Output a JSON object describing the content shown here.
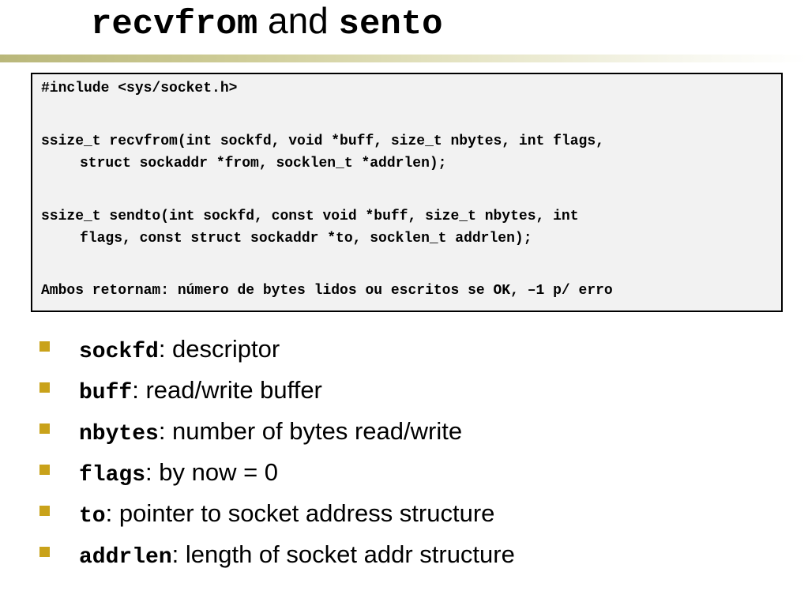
{
  "slide": {
    "title": {
      "part1": "recvfrom",
      "part2": " and ",
      "part3": "sento"
    },
    "code_block": {
      "include": "#include <sys/socket.h>",
      "recvfrom_line1": "ssize_t recvfrom(int sockfd, void *buff, size_t nbytes, int flags,",
      "recvfrom_line2": "struct sockaddr *from, socklen_t *addrlen);",
      "sendto_line1": "ssize_t sendto(int sockfd, const void *buff, size_t nbytes, int",
      "sendto_line2": "flags, const struct sockaddr *to, socklen_t addrlen);",
      "returns": "Ambos retornam: número de bytes lidos ou escritos se OK, –1 p/ erro"
    },
    "bullets": [
      {
        "term": "sockfd",
        "desc": ": descriptor"
      },
      {
        "term": "buff",
        "desc": ": read/write buffer"
      },
      {
        "term": "nbytes",
        "desc": ": number of bytes read/write"
      },
      {
        "term": "flags",
        "desc": ": by now = 0"
      },
      {
        "term": "to",
        "desc": ": pointer to socket address structure"
      },
      {
        "term": "addrlen",
        "desc": ": length of socket addr structure"
      }
    ],
    "colors": {
      "bullet_marker": "#c9a21a",
      "title_rule": "#b9b77a",
      "code_background": "#f2f2f2"
    }
  }
}
